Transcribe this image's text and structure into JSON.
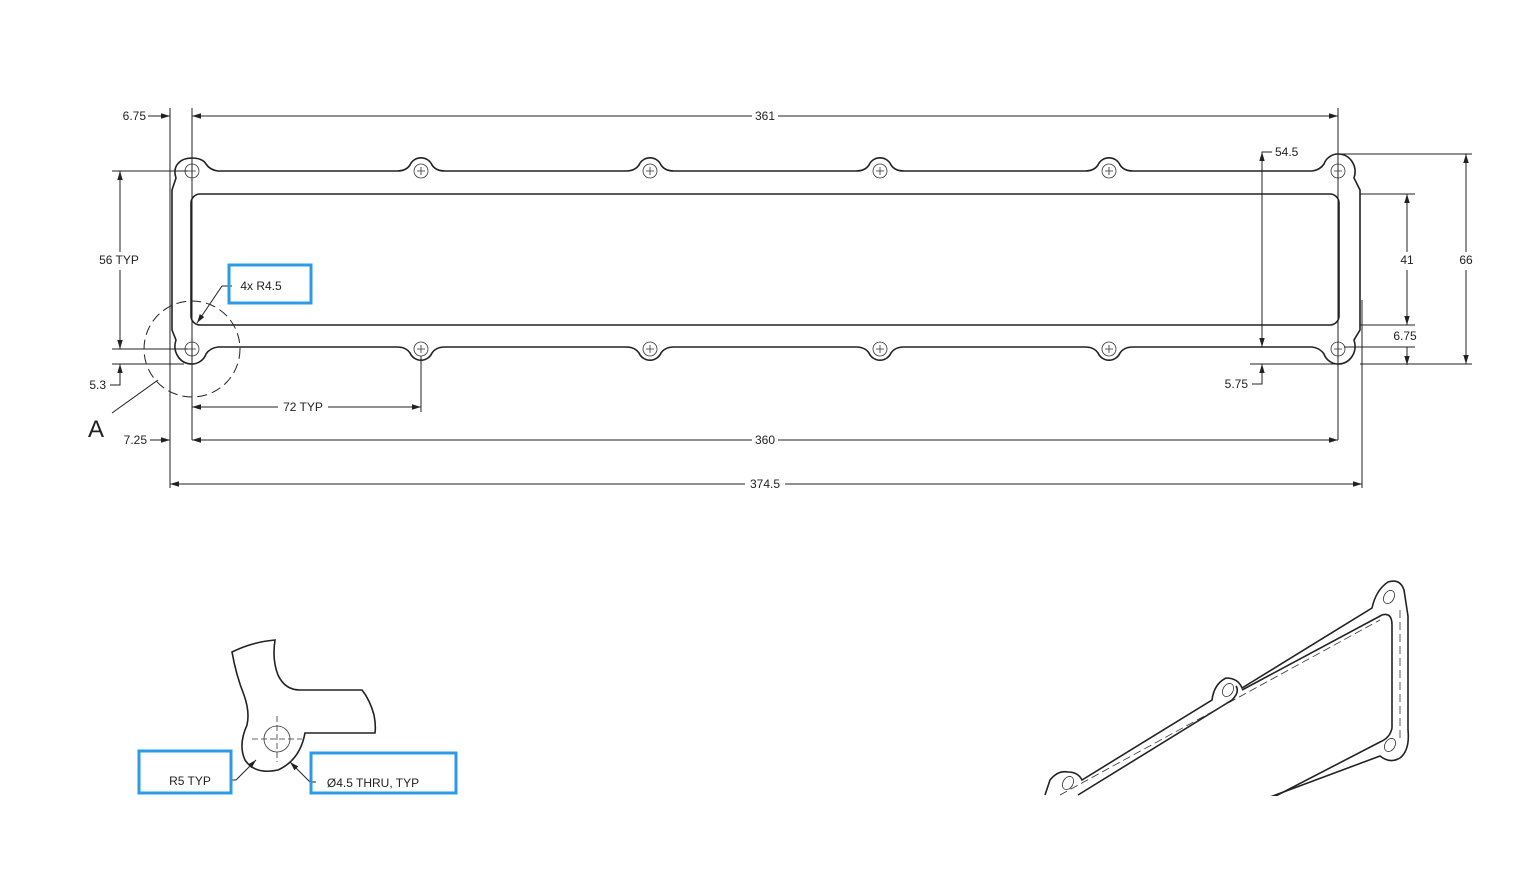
{
  "dimensions": {
    "top_width": "361",
    "left_offset_top": "6.75",
    "hole_spacing_vertical": "56 TYP",
    "radius_callout": "4x R4.5",
    "bottom_offset_small": "5.3",
    "detail_label": "A",
    "hole_pitch": "72 TYP",
    "left_offset_bottom": "7.25",
    "hole_span": "360",
    "overall_length": "374.5",
    "right_hole_offset": "54.5",
    "inner_height": "41",
    "overall_height": "66",
    "right_offset": "6.75",
    "right_bottom_offset": "5.75"
  },
  "detail": {
    "radius_note": "R5 TYP",
    "hole_note": "Ø4.5 THRU, TYP"
  }
}
